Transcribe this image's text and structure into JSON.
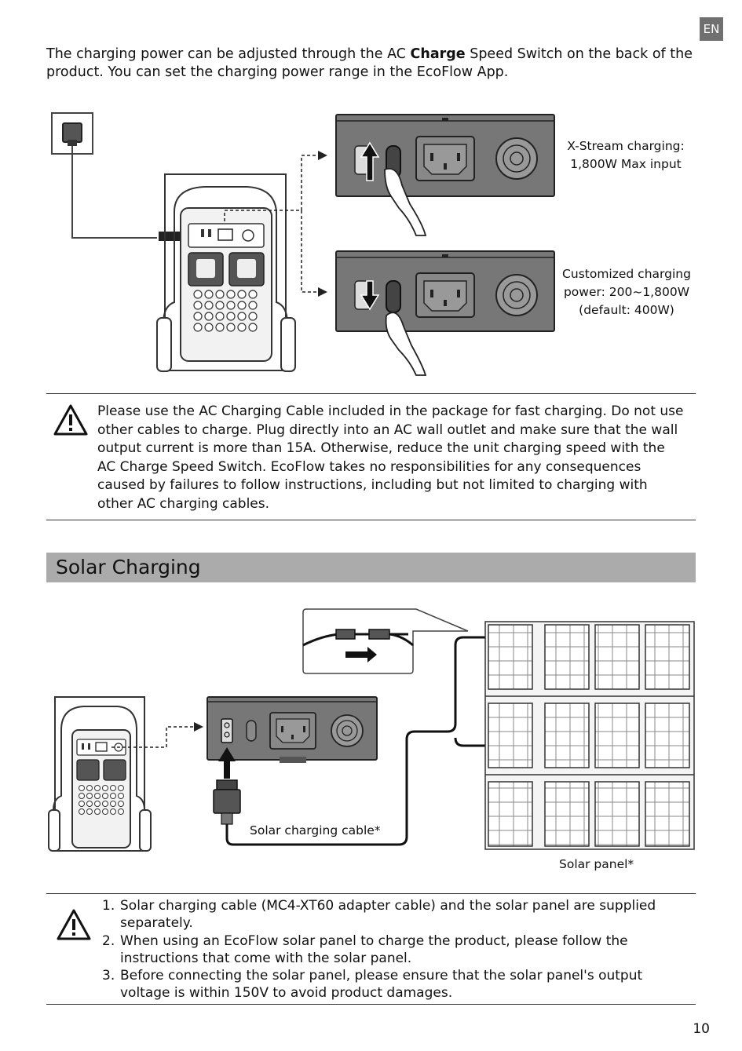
{
  "lang_badge": "EN",
  "intro": {
    "text_before": "The charging power can be adjusted through the AC ",
    "text_bold": "Charge",
    "text_after": " Speed Switch on the back of the product. You can set the charging power range in the EcoFlow App."
  },
  "figure_ac": {
    "xstream_line1": "X-Stream charging:",
    "xstream_line2": "1,800W Max input",
    "custom_line1": "Customized charging",
    "custom_line2": "power: 200~1,800W",
    "custom_line3": "(default: 400W)"
  },
  "notice_ac": "Please use the AC Charging Cable included in the package for fast charging. Do not use other cables to charge. Plug directly into an AC wall outlet and make sure that the wall output current is more than 15A. Otherwise, reduce the unit charging speed with the AC Charge Speed Switch. EcoFlow takes no responsibilities for any consequences caused by failures to follow instructions, including but not limited to charging with other AC charging cables.",
  "section_title": "Solar Charging",
  "figure_solar": {
    "cable_label": "Solar charging cable*",
    "panel_label": "Solar panel*"
  },
  "solar_notes": [
    {
      "num": "1.",
      "text": "Solar charging cable (MC4-XT60 adapter cable) and the solar panel are supplied separately."
    },
    {
      "num": "2.",
      "text": "When using an EcoFlow solar panel to charge the product, please follow the instructions that come with the solar panel."
    },
    {
      "num": "3.",
      "text": "Before connecting the solar panel, please ensure that the solar panel's output voltage is within 150V to avoid product damages."
    }
  ],
  "page_number": "10"
}
